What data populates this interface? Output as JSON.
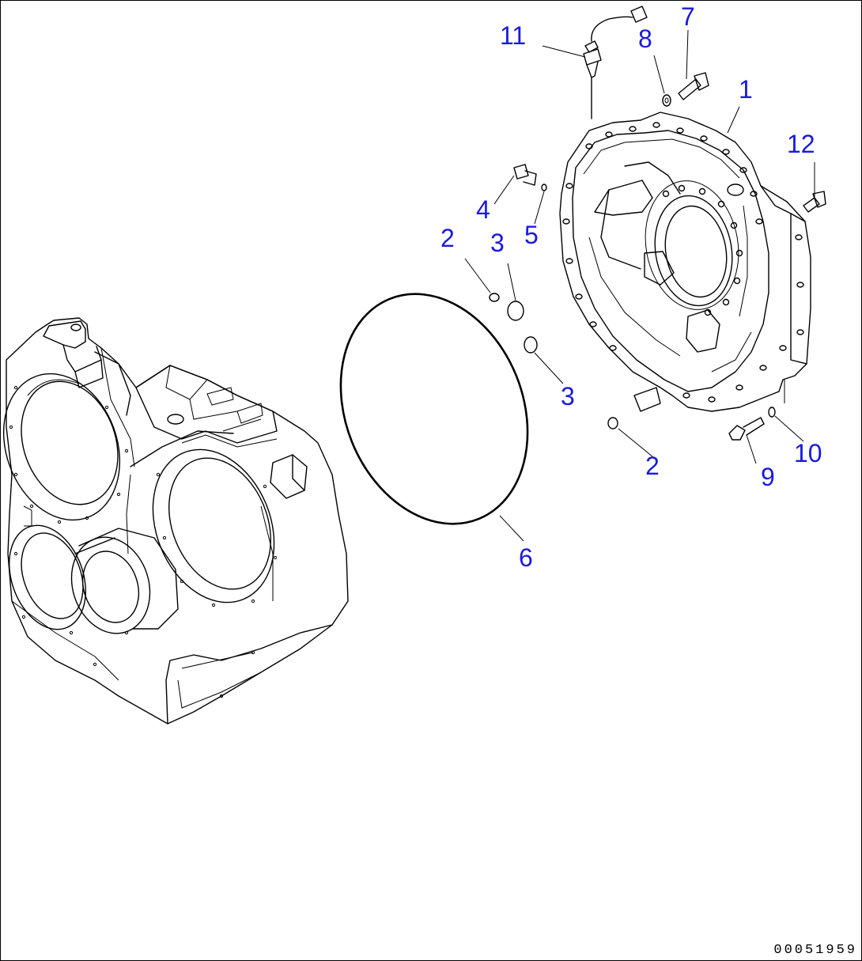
{
  "diagram": {
    "callouts": [
      {
        "id": "1",
        "label": "1"
      },
      {
        "id": "2a",
        "label": "2"
      },
      {
        "id": "2b",
        "label": "2"
      },
      {
        "id": "3a",
        "label": "3"
      },
      {
        "id": "3b",
        "label": "3"
      },
      {
        "id": "4",
        "label": "4"
      },
      {
        "id": "5",
        "label": "5"
      },
      {
        "id": "6",
        "label": "6"
      },
      {
        "id": "7",
        "label": "7"
      },
      {
        "id": "8",
        "label": "8"
      },
      {
        "id": "9",
        "label": "9"
      },
      {
        "id": "10",
        "label": "10"
      },
      {
        "id": "11",
        "label": "11"
      },
      {
        "id": "12",
        "label": "12"
      }
    ],
    "drawing_code": "00051959",
    "callout_color": "#1a1adc"
  }
}
